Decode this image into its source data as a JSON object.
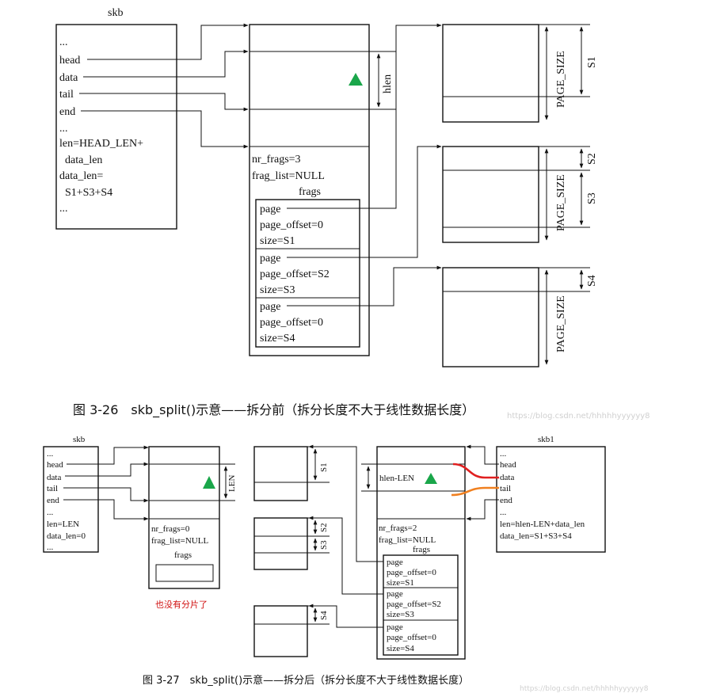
{
  "figure1": {
    "skb_title": "skb",
    "skb_fields": [
      "...",
      "head",
      "data",
      "tail",
      "end",
      "...",
      "len=HEAD_LEN+",
      "data_len",
      "data_len=",
      "S1+S3+S4",
      "..."
    ],
    "hlen_label": "hlen",
    "shinfo": [
      "nr_frags=3",
      "frag_list=NULL"
    ],
    "frags_label": "frags",
    "frags": [
      [
        "page",
        "page_offset=0",
        "size=S1"
      ],
      [
        "page",
        "page_offset=S2",
        "size=S3"
      ],
      [
        "page",
        "page_offset=0",
        "size=S4"
      ]
    ],
    "page_size_label": "PAGE_SIZE",
    "dim_labels": [
      "S1",
      "S2",
      "S3",
      "S4"
    ],
    "caption": "图 3-26　skb_split()示意——拆分前（拆分长度不大于线性数据长度）",
    "watermark": "https://blog.csdn.net/hhhhhyyyyyy8"
  },
  "figure2": {
    "skb_title": "skb",
    "skb_fields": [
      "...",
      "head",
      "data",
      "tail",
      "end",
      "...",
      "len=LEN",
      "data_len=0",
      "..."
    ],
    "len_label": "LEN",
    "shinfo": [
      "nr_frags=0",
      "frag_list=NULL"
    ],
    "frags_label": "frags",
    "note": "也没有分片了",
    "note_color": "#d01010",
    "skb1_title": "skb1",
    "skb1_fields": [
      "...",
      "head",
      "data",
      "tail",
      "end",
      "...",
      "len=hlen-LEN+data_len",
      "data_len=S1+S3+S4"
    ],
    "hlen_len_label": "hlen-LEN",
    "skb1_shinfo": [
      "nr_frags=2",
      "frag_list=NULL"
    ],
    "frags": [
      [
        "page",
        "page_offset=0",
        "size=S1"
      ],
      [
        "page",
        "page_offset=S2",
        "size=S3"
      ],
      [
        "page",
        "page_offset=0",
        "size=S4"
      ]
    ],
    "dim_labels": [
      "S1",
      "S2",
      "S3",
      "S4"
    ],
    "caption": "图 3-27　skb_split()示意——拆分后（拆分长度不大于线性数据长度）",
    "watermark": "https://blog.csdn.net/hhhhhyyyyyy8"
  },
  "colors": {
    "triangle": "#1aa64a",
    "red_curve": "#e02020",
    "orange_curve": "#f08020",
    "watermark": "#d0d0d0"
  }
}
